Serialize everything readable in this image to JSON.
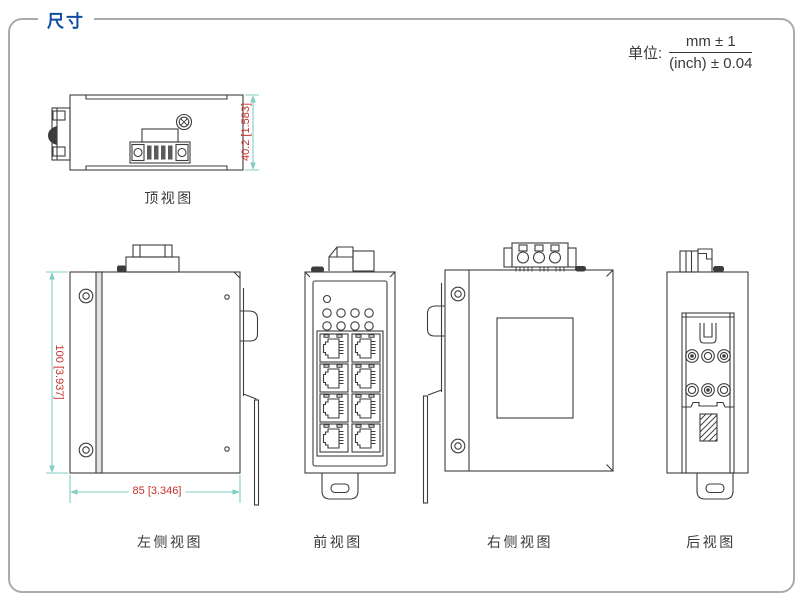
{
  "page": {
    "title": "尺寸"
  },
  "unit_note": {
    "label": "单位:",
    "numerator": "mm ± 1",
    "denominator": "(inch) ± 0.04"
  },
  "views": {
    "top": {
      "label": "顶视图"
    },
    "left_side": {
      "label": "左侧视图"
    },
    "front": {
      "label": "前视图"
    },
    "right_side": {
      "label": "右侧视图"
    },
    "rear": {
      "label": "后视图"
    }
  },
  "dimensions": {
    "top_view_depth": "40.2 [1.583]",
    "side_view_height": "100 [3.937]",
    "side_view_width": "85 [3.346]"
  },
  "colors": {
    "accent_blue": "#0f4ea3",
    "dimension_text_red": "#c5322e",
    "dimension_line_teal": "#82cfc2",
    "drawing_line": "#3c3c3c",
    "frame_border": "#ababab"
  }
}
